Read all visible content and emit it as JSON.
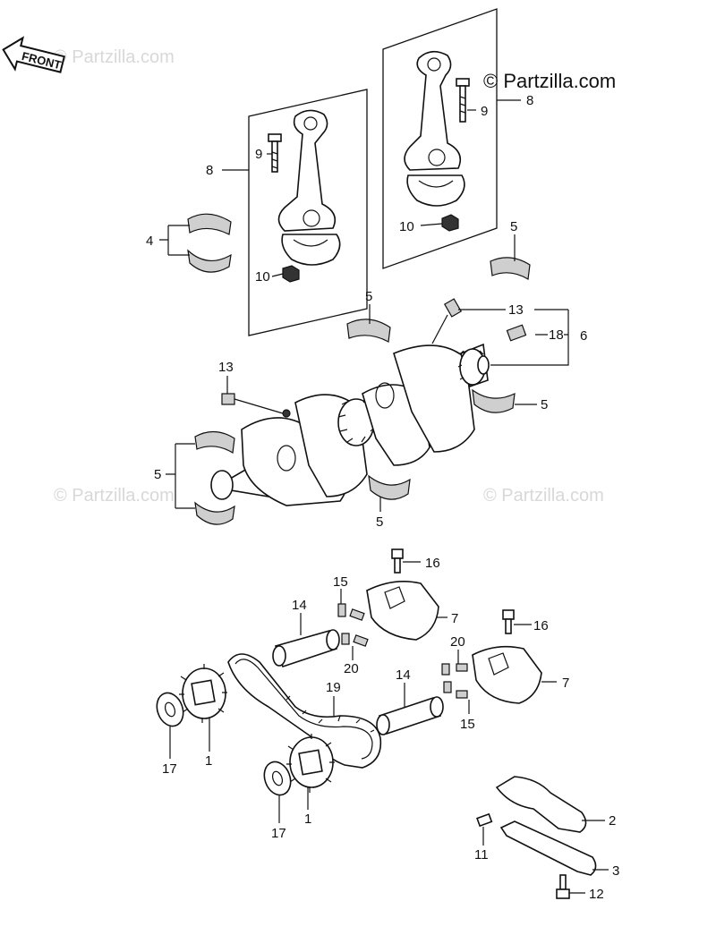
{
  "front_label": "FRONT",
  "watermark_main": "© Partzilla.com",
  "watermark_faint": "© Partzilla.com",
  "callouts": {
    "c1a": "1",
    "c1b": "1",
    "c2": "2",
    "c3": "3",
    "c4": "4",
    "c5a": "5",
    "c5b": "5",
    "c5c": "5",
    "c5d": "5",
    "c5e": "5",
    "c6": "6",
    "c7a": "7",
    "c7b": "7",
    "c8a": "8",
    "c8b": "8",
    "c9a": "9",
    "c9b": "9",
    "c10a": "10",
    "c10b": "10",
    "c11": "11",
    "c12": "12",
    "c13a": "13",
    "c13b": "13",
    "c14a": "14",
    "c14b": "14",
    "c15a": "15",
    "c15b": "15",
    "c16a": "16",
    "c16b": "16",
    "c17a": "17",
    "c17b": "17",
    "c18": "18",
    "c19": "19",
    "c20a": "20",
    "c20b": "20"
  }
}
